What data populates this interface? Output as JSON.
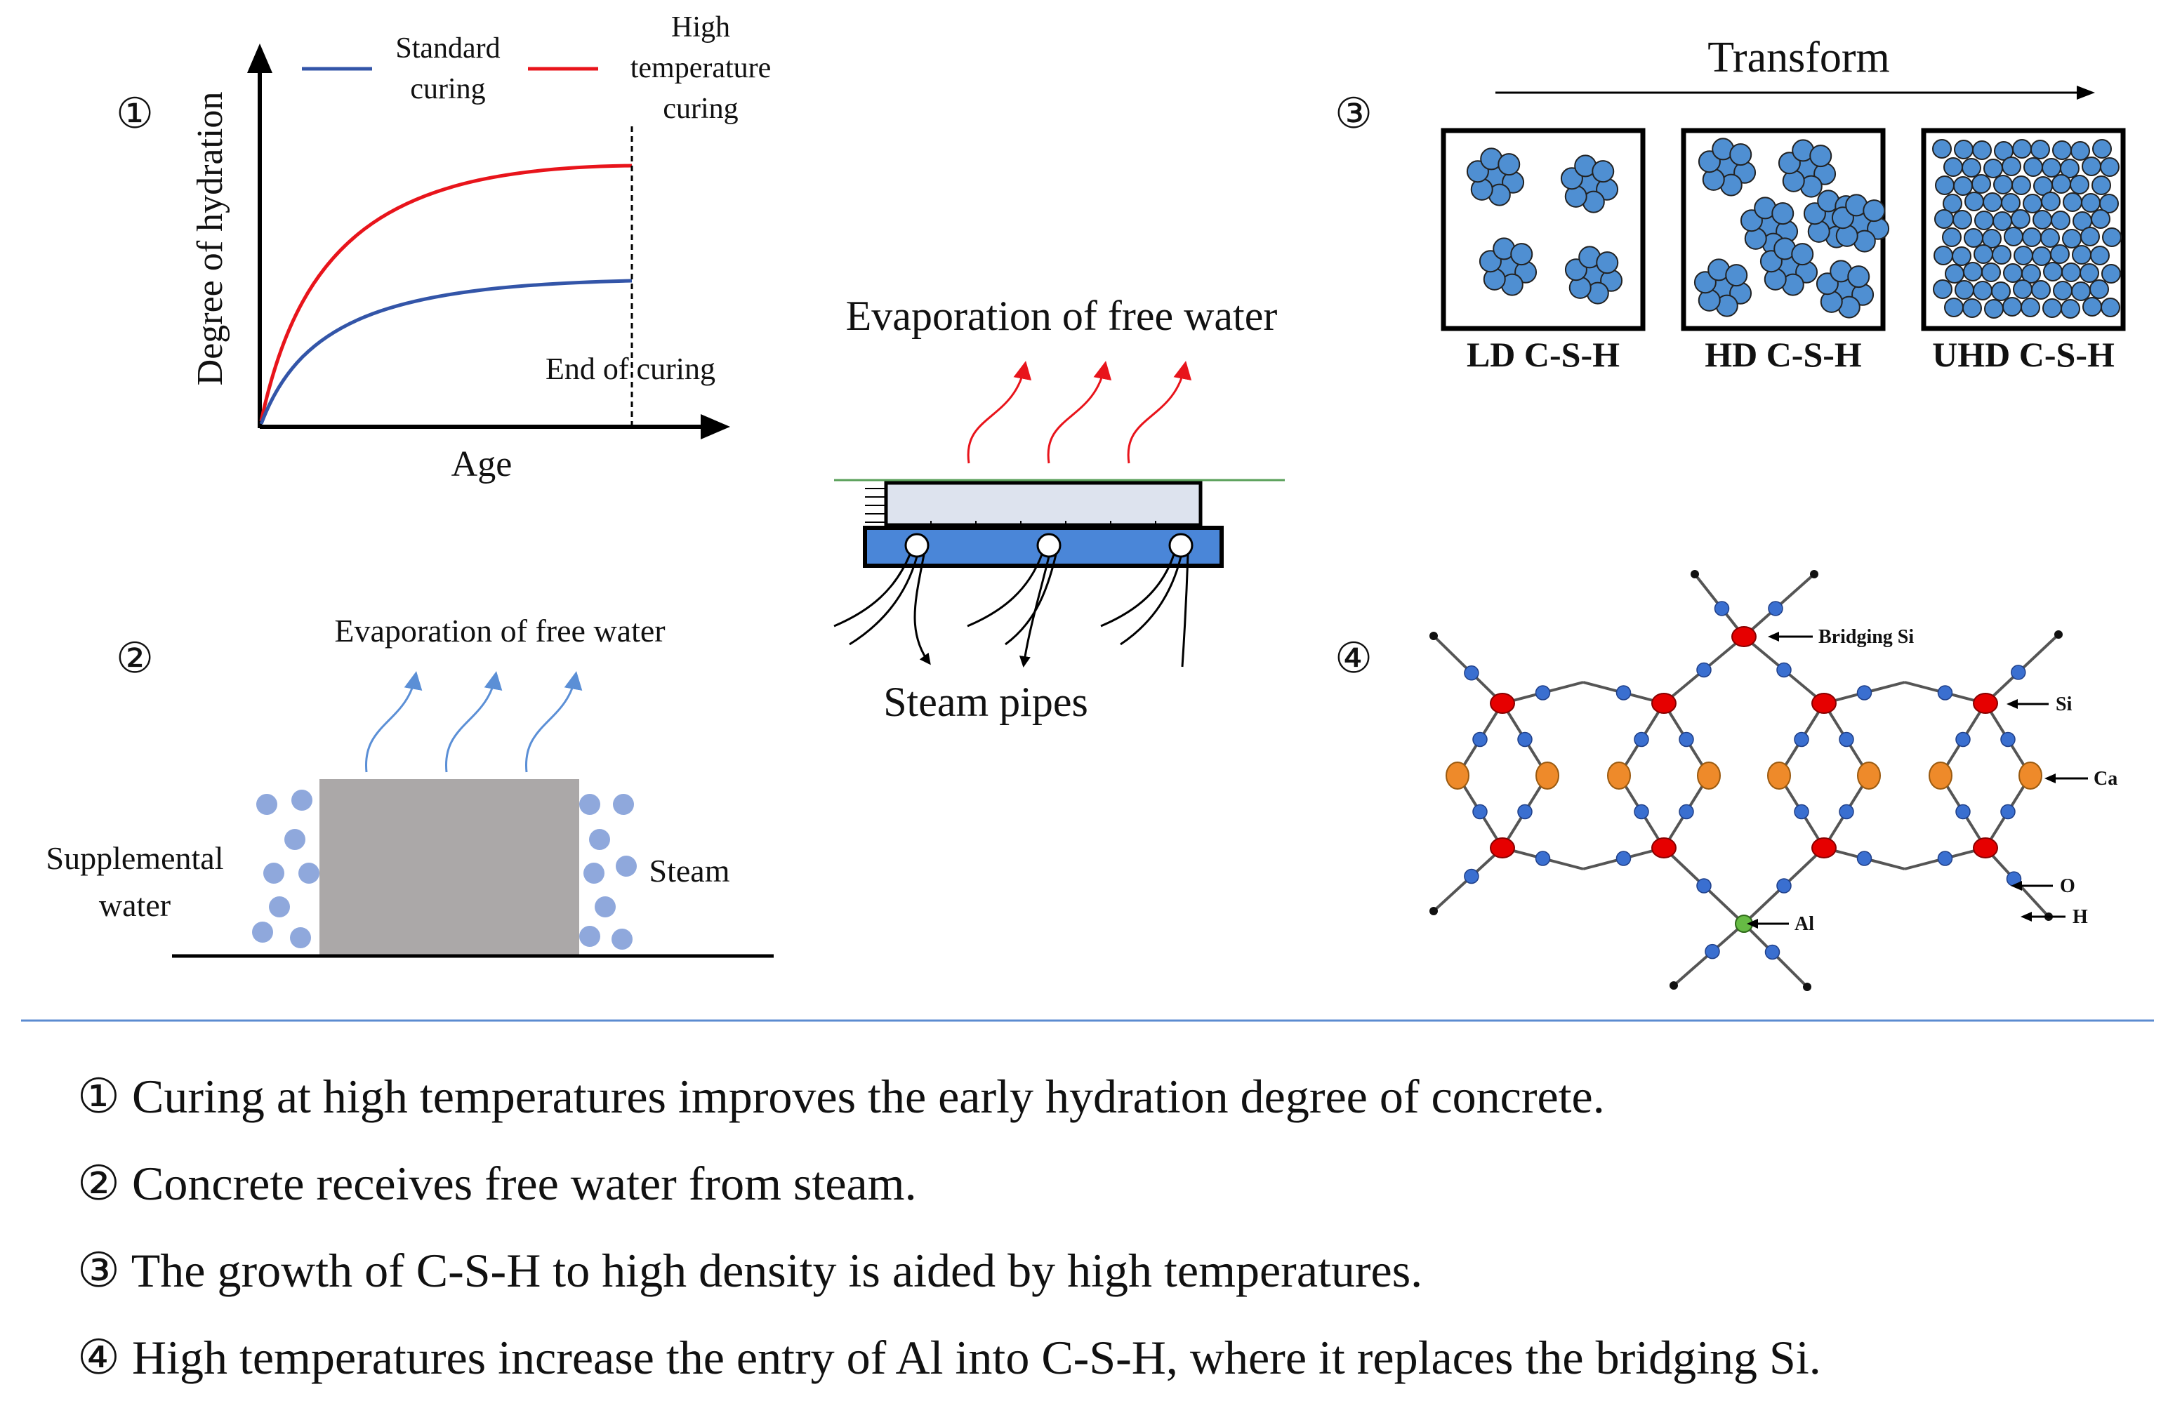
{
  "panel1": {
    "number": "①",
    "ylabel": "Degree of hydration",
    "xlabel": "Age",
    "legend_standard": "Standard curing",
    "legend_standard_lines": [
      "Standard",
      "curing"
    ],
    "legend_high_lines": [
      "High",
      "temperature",
      "curing"
    ],
    "end_label": "End of curing",
    "colors": {
      "standard": "#3355a8",
      "high": "#e8141b"
    }
  },
  "panel2": {
    "number": "②",
    "evap": "Evaporation of free water",
    "left_lines": [
      "Supplemental",
      "water"
    ],
    "right": "Steam",
    "colors": {
      "block": "#aba8a8",
      "dots": "#8fa8dc",
      "arrows": "#5b8fd6"
    }
  },
  "center": {
    "evap": "Evaporation of free water",
    "pipes": "Steam pipes",
    "colors": {
      "arrows": "#e8141b",
      "slab": "#4a86d8"
    }
  },
  "panel3": {
    "number": "③",
    "transform": "Transform",
    "labels": [
      "LD C-S-H",
      "HD C-S-H",
      "UHD C-S-H"
    ],
    "colors": {
      "particle": "#4f8fd2",
      "label": "#1a35e0"
    }
  },
  "panel4": {
    "number": "④",
    "labels": {
      "bridging": "Bridging Si",
      "si": "Si",
      "ca": "Ca",
      "o": "O",
      "h": "H",
      "al": "Al"
    },
    "colors": {
      "si": "#e60000",
      "ca": "#ee8a2a",
      "o": "#3a6fd0",
      "al": "#66bb44"
    }
  },
  "captions": [
    "① Curing at high temperatures improves the early hydration degree of concrete.",
    "② Concrete receives free water from steam.",
    "③ The growth of C-S-H to high density is aided by high temperatures.",
    "④ High temperatures increase the entry of Al into C-S-H, where it replaces the bridging Si."
  ],
  "divider_color": "#5b8bd0"
}
